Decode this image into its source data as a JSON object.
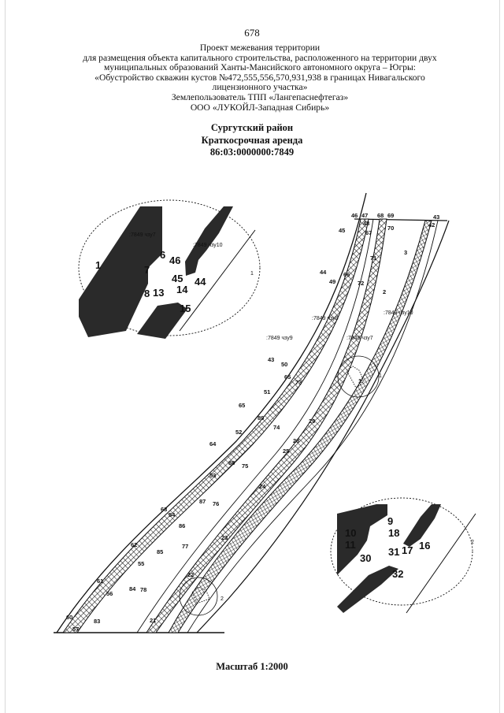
{
  "page_number": "678",
  "header_lines": [
    "Проект межевания территории",
    "для размещения объекта капитального строительства, расположенного на территории двух",
    "муниципальных образований Ханты-Мансийского автономного округа – Югры:",
    "«Обустройство скважин кустов №472,555,556,570,931,938 в границах Нивагальского",
    "лицензионного участка»",
    "Землепользователь ТПП «Лангепаснефтегаз»",
    "ООО «ЛУКОЙЛ-Западная Сибирь»"
  ],
  "district": "Сургутский район",
  "lease_type": "Краткосрочная аренда",
  "cadastral_number": "86:03:0000000:7849",
  "scale": "Масштаб 1:2000",
  "inset_top_left": {
    "label_a": ":7849 чзу7",
    "label_b": ":7849 чзу10",
    "callout": "1",
    "points": [
      "1",
      "7",
      "6",
      "46",
      "45",
      "44",
      "8",
      "13",
      "14",
      "15"
    ]
  },
  "inset_bottom_right": {
    "callout": "2",
    "points": [
      "9",
      "18",
      "10",
      "11",
      "17",
      "16",
      "30",
      "31",
      "32"
    ]
  },
  "main_labels": {
    "zu9": ":7849 чзу9",
    "zu8": ":7849 чзу8",
    "zu10": ":7849 чзу10",
    "zu7": ":7849 чзу7",
    "circle1": "1",
    "circle2": "2"
  },
  "main_points": [
    "46",
    "47",
    "48",
    "68",
    "69",
    "70",
    "45",
    "43",
    "42",
    "67",
    "71",
    "3",
    "66",
    "72",
    "44",
    "49",
    "2",
    "43",
    "50",
    "65",
    "73",
    "51",
    "65",
    "89",
    "74",
    "52",
    "64",
    "29",
    "28",
    "88",
    "75",
    "53",
    "25",
    "24",
    "87",
    "76",
    "63",
    "54",
    "86",
    "62",
    "23",
    "85",
    "77",
    "55",
    "61",
    "84",
    "78",
    "22",
    "56",
    "60",
    "83",
    "21",
    "57",
    "1"
  ]
}
